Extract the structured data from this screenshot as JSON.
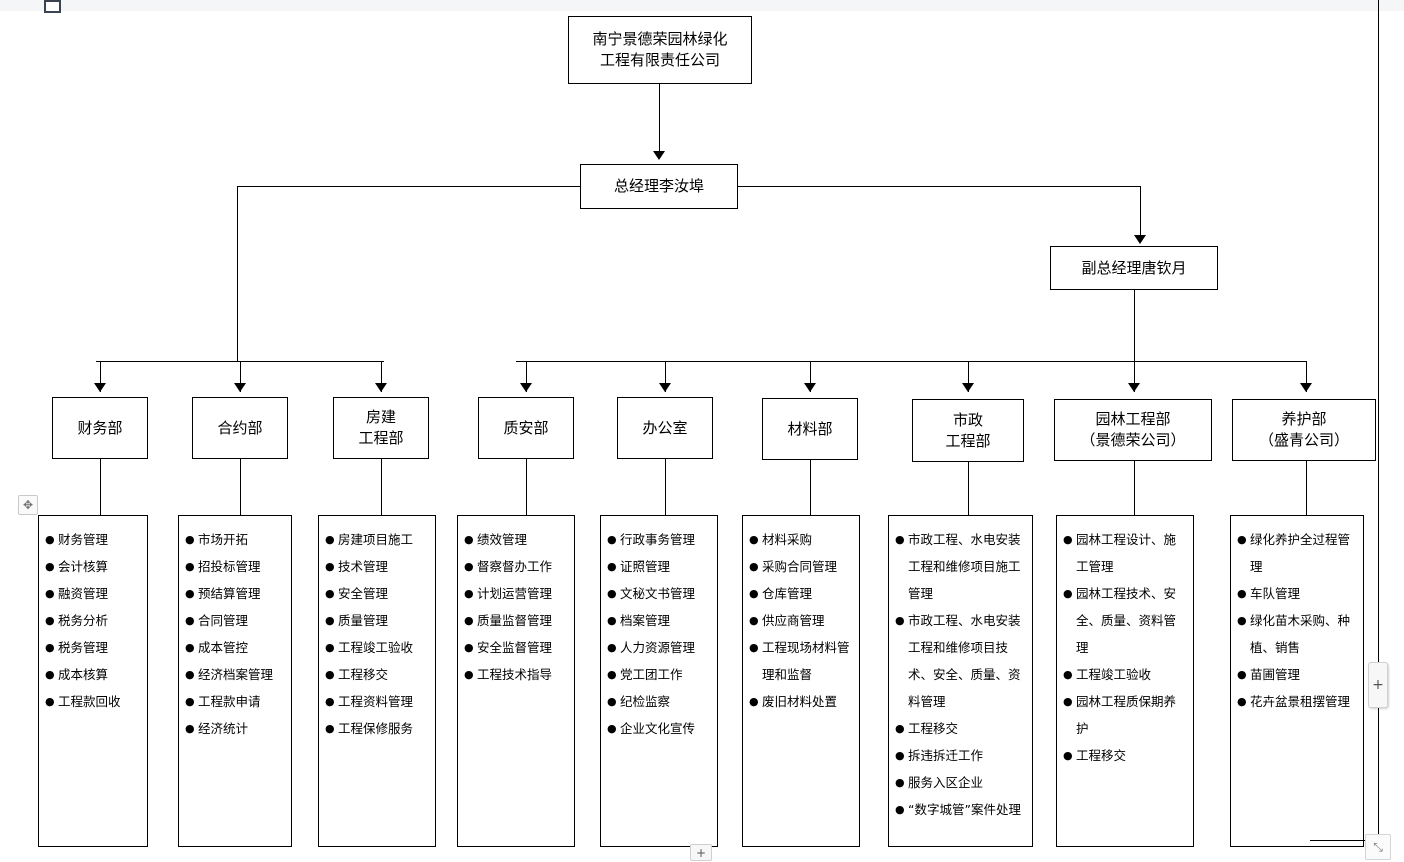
{
  "chart_data": {
    "type": "diagram",
    "title": "南宁景德荣园林绿化工程有限责任公司 组织架构图",
    "diagram_kind": "org-chart"
  },
  "org": {
    "company": "南宁景德荣园林绿化\n工程有限责任公司",
    "company_line1": "南宁景德荣园林绿化",
    "company_line2": "工程有限责任公司",
    "gm": "总经理李汝埠",
    "deputy_gm": "副总经理唐钦月"
  },
  "departments": [
    {
      "name_line1": "财务部",
      "name_line2": "",
      "items": [
        "财务管理",
        "会计核算",
        "融资管理",
        "税务分析",
        "税务管理",
        "成本核算",
        "工程款回收"
      ]
    },
    {
      "name_line1": "合约部",
      "name_line2": "",
      "items": [
        "市场开拓",
        "招投标管理",
        "预结算管理",
        "合同管理",
        "成本管控",
        "经济档案管理",
        "工程款申请",
        "经济统计"
      ]
    },
    {
      "name_line1": "房建",
      "name_line2": "工程部",
      "items": [
        "房建项目施工",
        "技术管理",
        "安全管理",
        "质量管理",
        "工程竣工验收",
        "工程移交",
        "工程资料管理",
        "工程保修服务"
      ]
    },
    {
      "name_line1": "质安部",
      "name_line2": "",
      "items": [
        "绩效管理",
        "督察督办工作",
        "计划运营管理",
        "质量监督管理",
        "安全监督管理",
        "工程技术指导"
      ]
    },
    {
      "name_line1": "办公室",
      "name_line2": "",
      "items": [
        "行政事务管理",
        "证照管理",
        "文秘文书管理",
        "档案管理",
        "人力资源管理",
        "党工团工作",
        "纪检监察",
        "企业文化宣传"
      ]
    },
    {
      "name_line1": "材料部",
      "name_line2": "",
      "items": [
        "材料采购",
        "采购合同管理",
        "仓库管理",
        "供应商管理",
        "工程现场材料管理和监督",
        "废旧材料处置"
      ]
    },
    {
      "name_line1": "市政",
      "name_line2": "工程部",
      "items": [
        "市政工程、水电安装工程和维修项目施工管理",
        "市政工程、水电安装工程和维修项目技术、安全、质量、资料管理",
        "工程移交",
        "拆违拆迁工作",
        "服务入区企业",
        "“数字城管”案件处理"
      ]
    },
    {
      "name_line1": "园林工程部",
      "name_line2": "（景德荣公司）",
      "items": [
        "园林工程设计、施工管理",
        "园林工程技术、安全、质量、资料管理",
        "工程竣工验收",
        "园林工程质保期养护",
        "工程移交"
      ]
    },
    {
      "name_line1": "养护部",
      "name_line2": "（盛青公司）",
      "items": [
        "绿化养护全过程管理",
        "车队管理",
        "绿化苗木采购、种植、销售",
        "苗圃管理",
        "花卉盆景租摆管理"
      ]
    }
  ],
  "ui": {
    "bullet": "●",
    "move_handle_icon": "✥",
    "plus_right_label": "+",
    "plus_bottom_label": "+",
    "resize_icon": "⤡"
  }
}
